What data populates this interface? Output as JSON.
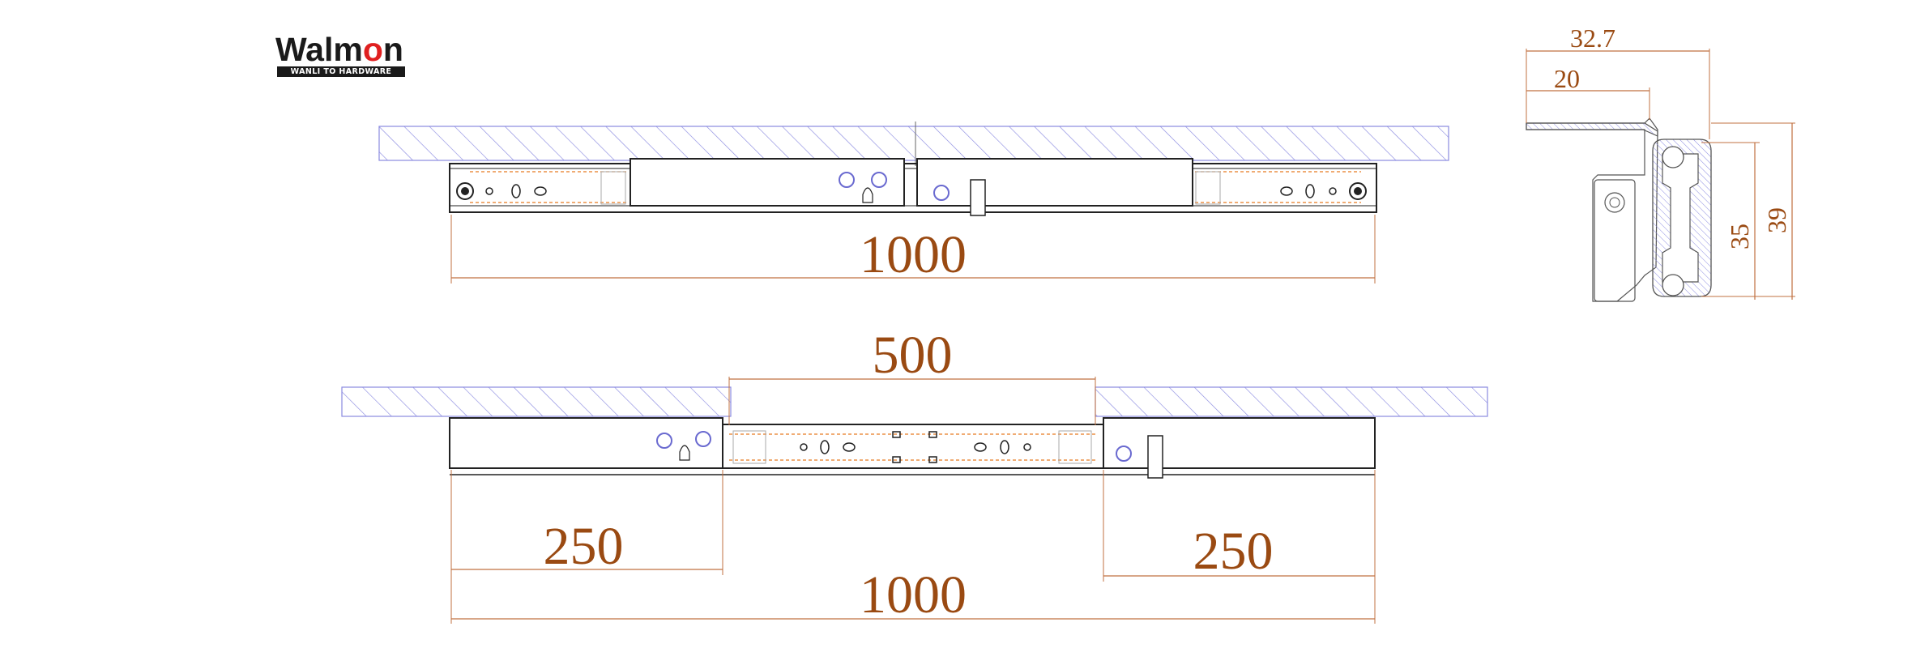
{
  "logo": {
    "wordmark": "Walmon",
    "tagline": "WANLI TO HARDWARE",
    "accent_color": "#e02020"
  },
  "colors": {
    "dimension": "#9a4a12",
    "hatch": "#8a8ae0",
    "line": "#222222",
    "dashed": "#e87a20"
  },
  "closed_view": {
    "overall_length": "1000"
  },
  "open_view": {
    "center_travel": "500",
    "left_extension": "250",
    "right_extension": "250",
    "overall_length": "1000"
  },
  "cross_section": {
    "width_outer": "32.7",
    "width_inner": "20",
    "height_inner": "35",
    "height_outer": "39"
  }
}
